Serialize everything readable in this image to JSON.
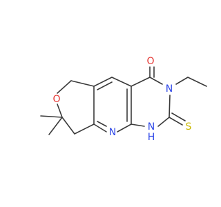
{
  "molecule": {
    "atoms": [
      {
        "id": "o_carbonyl",
        "symbol": "O",
        "color": "#e53935"
      },
      {
        "id": "n3",
        "symbol": "N",
        "color": "#2f48e8"
      },
      {
        "id": "s_thione",
        "symbol": "S",
        "color": "#c9b800"
      },
      {
        "id": "n1",
        "symbol": "N",
        "color": "#2f48e8"
      },
      {
        "id": "h_n1",
        "symbol": "H",
        "color": "#2f48e8"
      },
      {
        "id": "n8",
        "symbol": "N",
        "color": "#2f48e8"
      },
      {
        "id": "o_pyran",
        "symbol": "O",
        "color": "#e53935"
      }
    ],
    "bond_color": "#3a3a3a"
  }
}
